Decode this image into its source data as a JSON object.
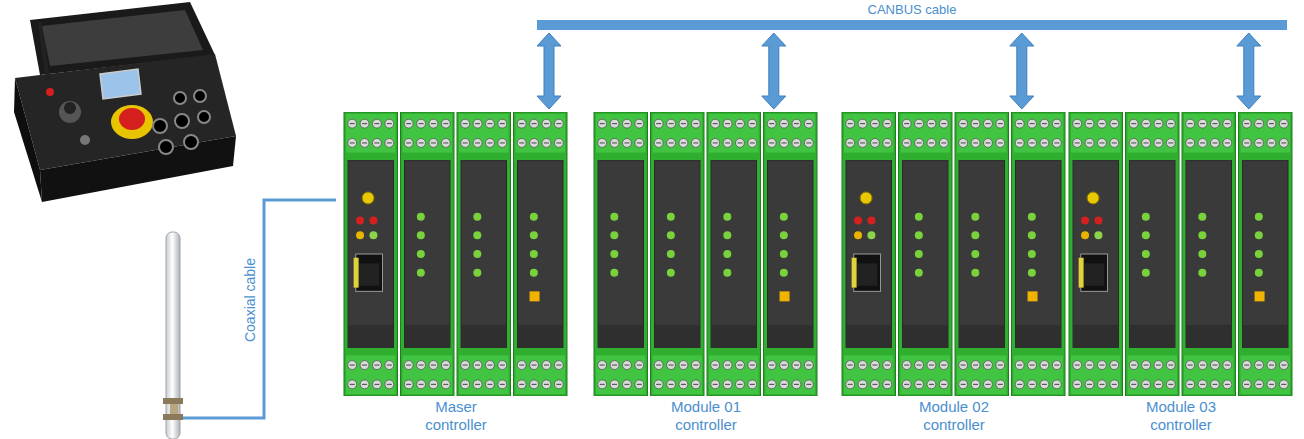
{
  "diagram": {
    "nodes": [
      {
        "text": [
          "CANBUS cable"
        ]
      },
      {
        "text": [
          "Maser controller"
        ]
      },
      {
        "text": [
          "Module 01 controller"
        ]
      },
      {
        "text": [
          "Module 02 controller"
        ]
      },
      {
        "text": [
          "Module 03 controller"
        ]
      }
    ],
    "edges": [
      {
        "from": 0,
        "to": 1,
        "arrow": "both"
      },
      {
        "from": 0,
        "to": 2,
        "arrow": "both"
      },
      {
        "from": 0,
        "to": 3,
        "arrow": "both"
      },
      {
        "from": 0,
        "to": 4,
        "arrow": "both"
      }
    ],
    "labels": [
      "Coaxial cable"
    ]
  }
}
